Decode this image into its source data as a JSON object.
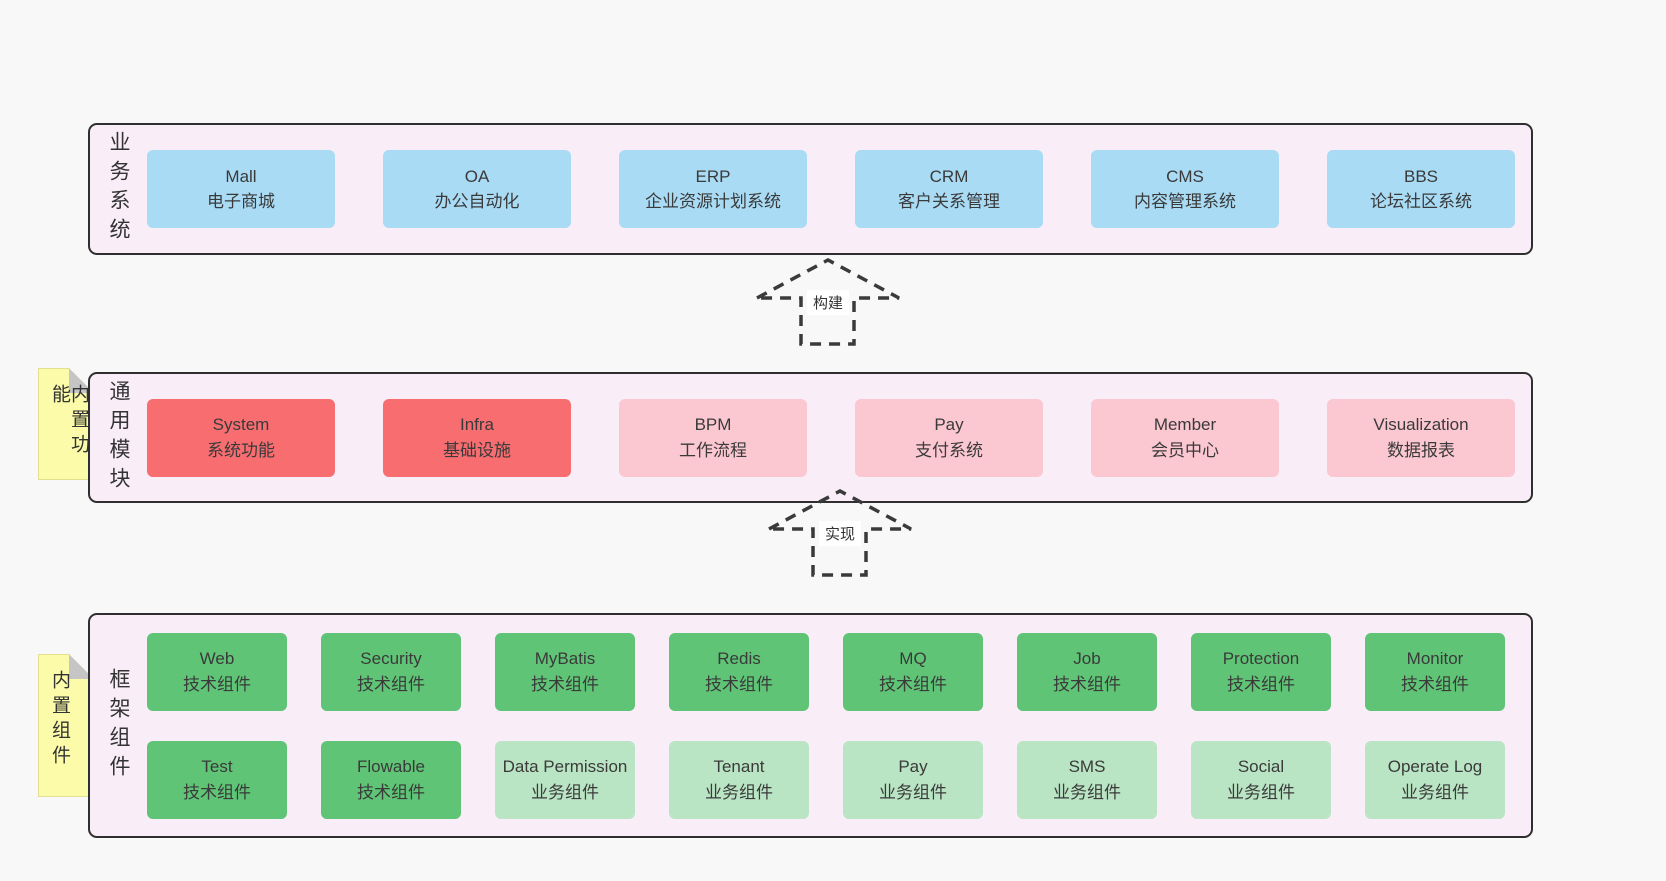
{
  "colors": {
    "page_bg": "#f8f8f8",
    "container_fill": "#f9eef8",
    "container_border": "#2f2f2f",
    "blue": "#a9dbf5",
    "red": "#f76d70",
    "pink": "#fbc7d1",
    "green_dark": "#5fc476",
    "green_light": "#bae5c4",
    "yellow_tab": "#fbfba9",
    "fold_gray": "#c5c5c5",
    "text": "#333333"
  },
  "layers": [
    {
      "name": "business-systems",
      "side_label": "业务系统",
      "sticky_tab": null,
      "rows": [
        [
          {
            "title": "Mall",
            "subtitle": "电子商城",
            "color": "blue"
          },
          {
            "title": "OA",
            "subtitle": "办公自动化",
            "color": "blue"
          },
          {
            "title": "ERP",
            "subtitle": "企业资源计划系统",
            "color": "blue"
          },
          {
            "title": "CRM",
            "subtitle": "客户关系管理",
            "color": "blue"
          },
          {
            "title": "CMS",
            "subtitle": "内容管理系统",
            "color": "blue"
          },
          {
            "title": "BBS",
            "subtitle": "论坛社区系统",
            "color": "blue"
          }
        ]
      ]
    },
    {
      "name": "common-modules",
      "side_label": "通用模块",
      "sticky_tab": "内置功能",
      "rows": [
        [
          {
            "title": "System",
            "subtitle": "系统功能",
            "color": "red"
          },
          {
            "title": "Infra",
            "subtitle": "基础设施",
            "color": "red"
          },
          {
            "title": "BPM",
            "subtitle": "工作流程",
            "color": "pink"
          },
          {
            "title": "Pay",
            "subtitle": "支付系统",
            "color": "pink"
          },
          {
            "title": "Member",
            "subtitle": "会员中心",
            "color": "pink"
          },
          {
            "title": "Visualization",
            "subtitle": "数据报表",
            "color": "pink"
          }
        ]
      ]
    },
    {
      "name": "framework-components",
      "side_label": "框架组件",
      "sticky_tab": "内置组件",
      "rows": [
        [
          {
            "title": "Web",
            "subtitle": "技术组件",
            "color": "green_dark"
          },
          {
            "title": "Security",
            "subtitle": "技术组件",
            "color": "green_dark"
          },
          {
            "title": "MyBatis",
            "subtitle": "技术组件",
            "color": "green_dark"
          },
          {
            "title": "Redis",
            "subtitle": "技术组件",
            "color": "green_dark"
          },
          {
            "title": "MQ",
            "subtitle": "技术组件",
            "color": "green_dark"
          },
          {
            "title": "Job",
            "subtitle": "技术组件",
            "color": "green_dark"
          },
          {
            "title": "Protection",
            "subtitle": "技术组件",
            "color": "green_dark"
          },
          {
            "title": "Monitor",
            "subtitle": "技术组件",
            "color": "green_dark"
          }
        ],
        [
          {
            "title": "Test",
            "subtitle": "技术组件",
            "color": "green_dark"
          },
          {
            "title": "Flowable",
            "subtitle": "技术组件",
            "color": "green_dark"
          },
          {
            "title": "Data Permission",
            "subtitle": "业务组件",
            "color": "green_light"
          },
          {
            "title": "Tenant",
            "subtitle": "业务组件",
            "color": "green_light"
          },
          {
            "title": "Pay",
            "subtitle": "业务组件",
            "color": "green_light"
          },
          {
            "title": "SMS",
            "subtitle": "业务组件",
            "color": "green_light"
          },
          {
            "title": "Social",
            "subtitle": "业务组件",
            "color": "green_light"
          },
          {
            "title": "Operate Log",
            "subtitle": "业务组件",
            "color": "green_light"
          }
        ]
      ]
    }
  ],
  "arrows": [
    {
      "label": "构建"
    },
    {
      "label": "实现"
    }
  ]
}
